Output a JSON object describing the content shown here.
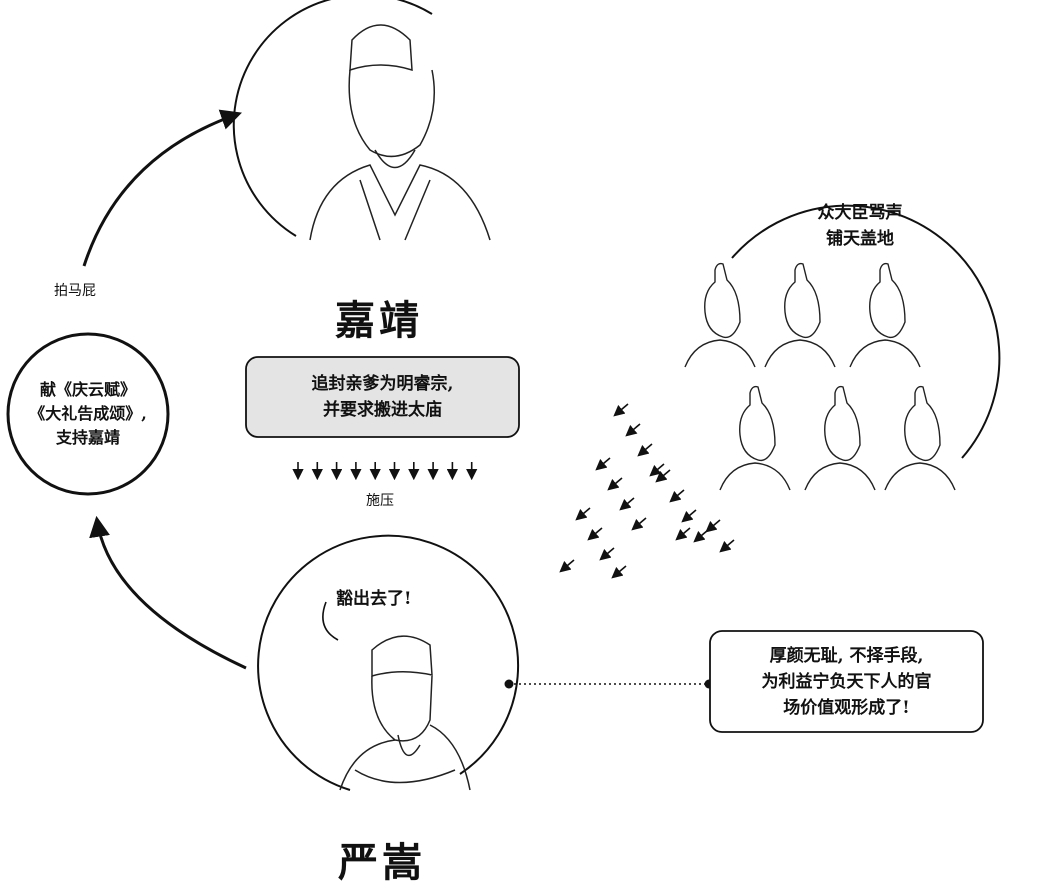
{
  "names": {
    "emperor": "嘉靖",
    "minister": "严嵩"
  },
  "labels": {
    "flatter": "拍马屁",
    "pressure": "施压"
  },
  "left_circle": {
    "lines": [
      "献《庆云赋》",
      "《大礼告成颂》,",
      "支持嘉靖"
    ]
  },
  "center_box": {
    "lines": [
      "追封亲爹为明睿宗,",
      "并要求搬进太庙"
    ]
  },
  "ministers_circle": {
    "lines": [
      "众大臣骂声",
      "铺天盖地"
    ]
  },
  "speech": "豁出去了!",
  "right_box": {
    "lines": [
      "厚颜无耻, 不择手段,",
      "为利益宁负天下人的官",
      "场价值观形成了!"
    ]
  },
  "colors": {
    "stroke": "#111111",
    "box_fill": "#e4e4e4",
    "background": "#ffffff"
  }
}
